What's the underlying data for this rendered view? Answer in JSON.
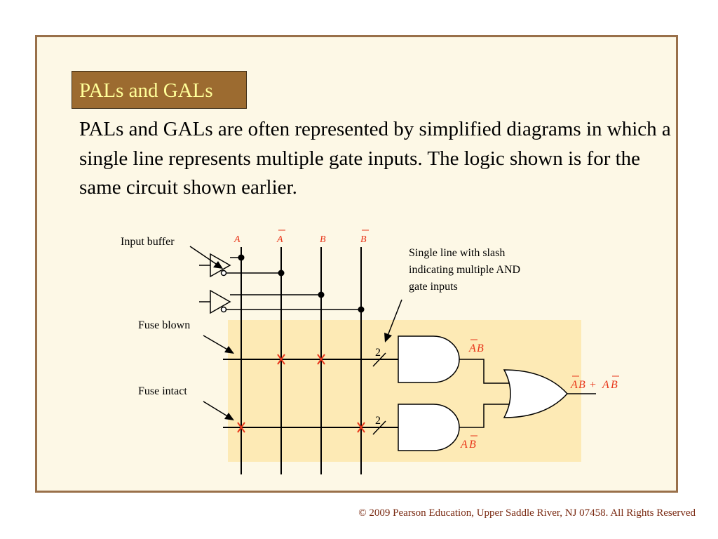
{
  "slide": {
    "title": "PALs and GALs",
    "body": "PALs and GALs are often represented by simplified diagrams in which a single line represents multiple gate inputs. The logic shown is for the same circuit shown earlier.",
    "footer": "© 2009 Pearson Education, Upper Saddle River, NJ 07458. All Rights Reserved"
  },
  "diagram": {
    "labels": {
      "input_buffer": "Input buffer",
      "fuse_blown": "Fuse blown",
      "fuse_intact": "Fuse intact",
      "slash_note_1": "Single line with slash",
      "slash_note_2": "indicating multiple AND",
      "slash_note_3": "gate inputs",
      "slash_count_top": "2",
      "slash_count_bottom": "2"
    },
    "signals": {
      "a": "A",
      "a_bar": "A",
      "b": "B",
      "b_bar": "B"
    },
    "outputs": {
      "top_a": "A",
      "top_b": "B",
      "bottom_a": "A",
      "bottom_b": "B",
      "sum_1a": "A",
      "sum_1b": "B",
      "sum_plus": "+",
      "sum_2a": "A",
      "sum_2b": "B"
    },
    "colors": {
      "highlight": "#fdeab5",
      "signal_text": "#e8361a",
      "fuse_mark": "#e8361a",
      "line": "#000000"
    }
  }
}
